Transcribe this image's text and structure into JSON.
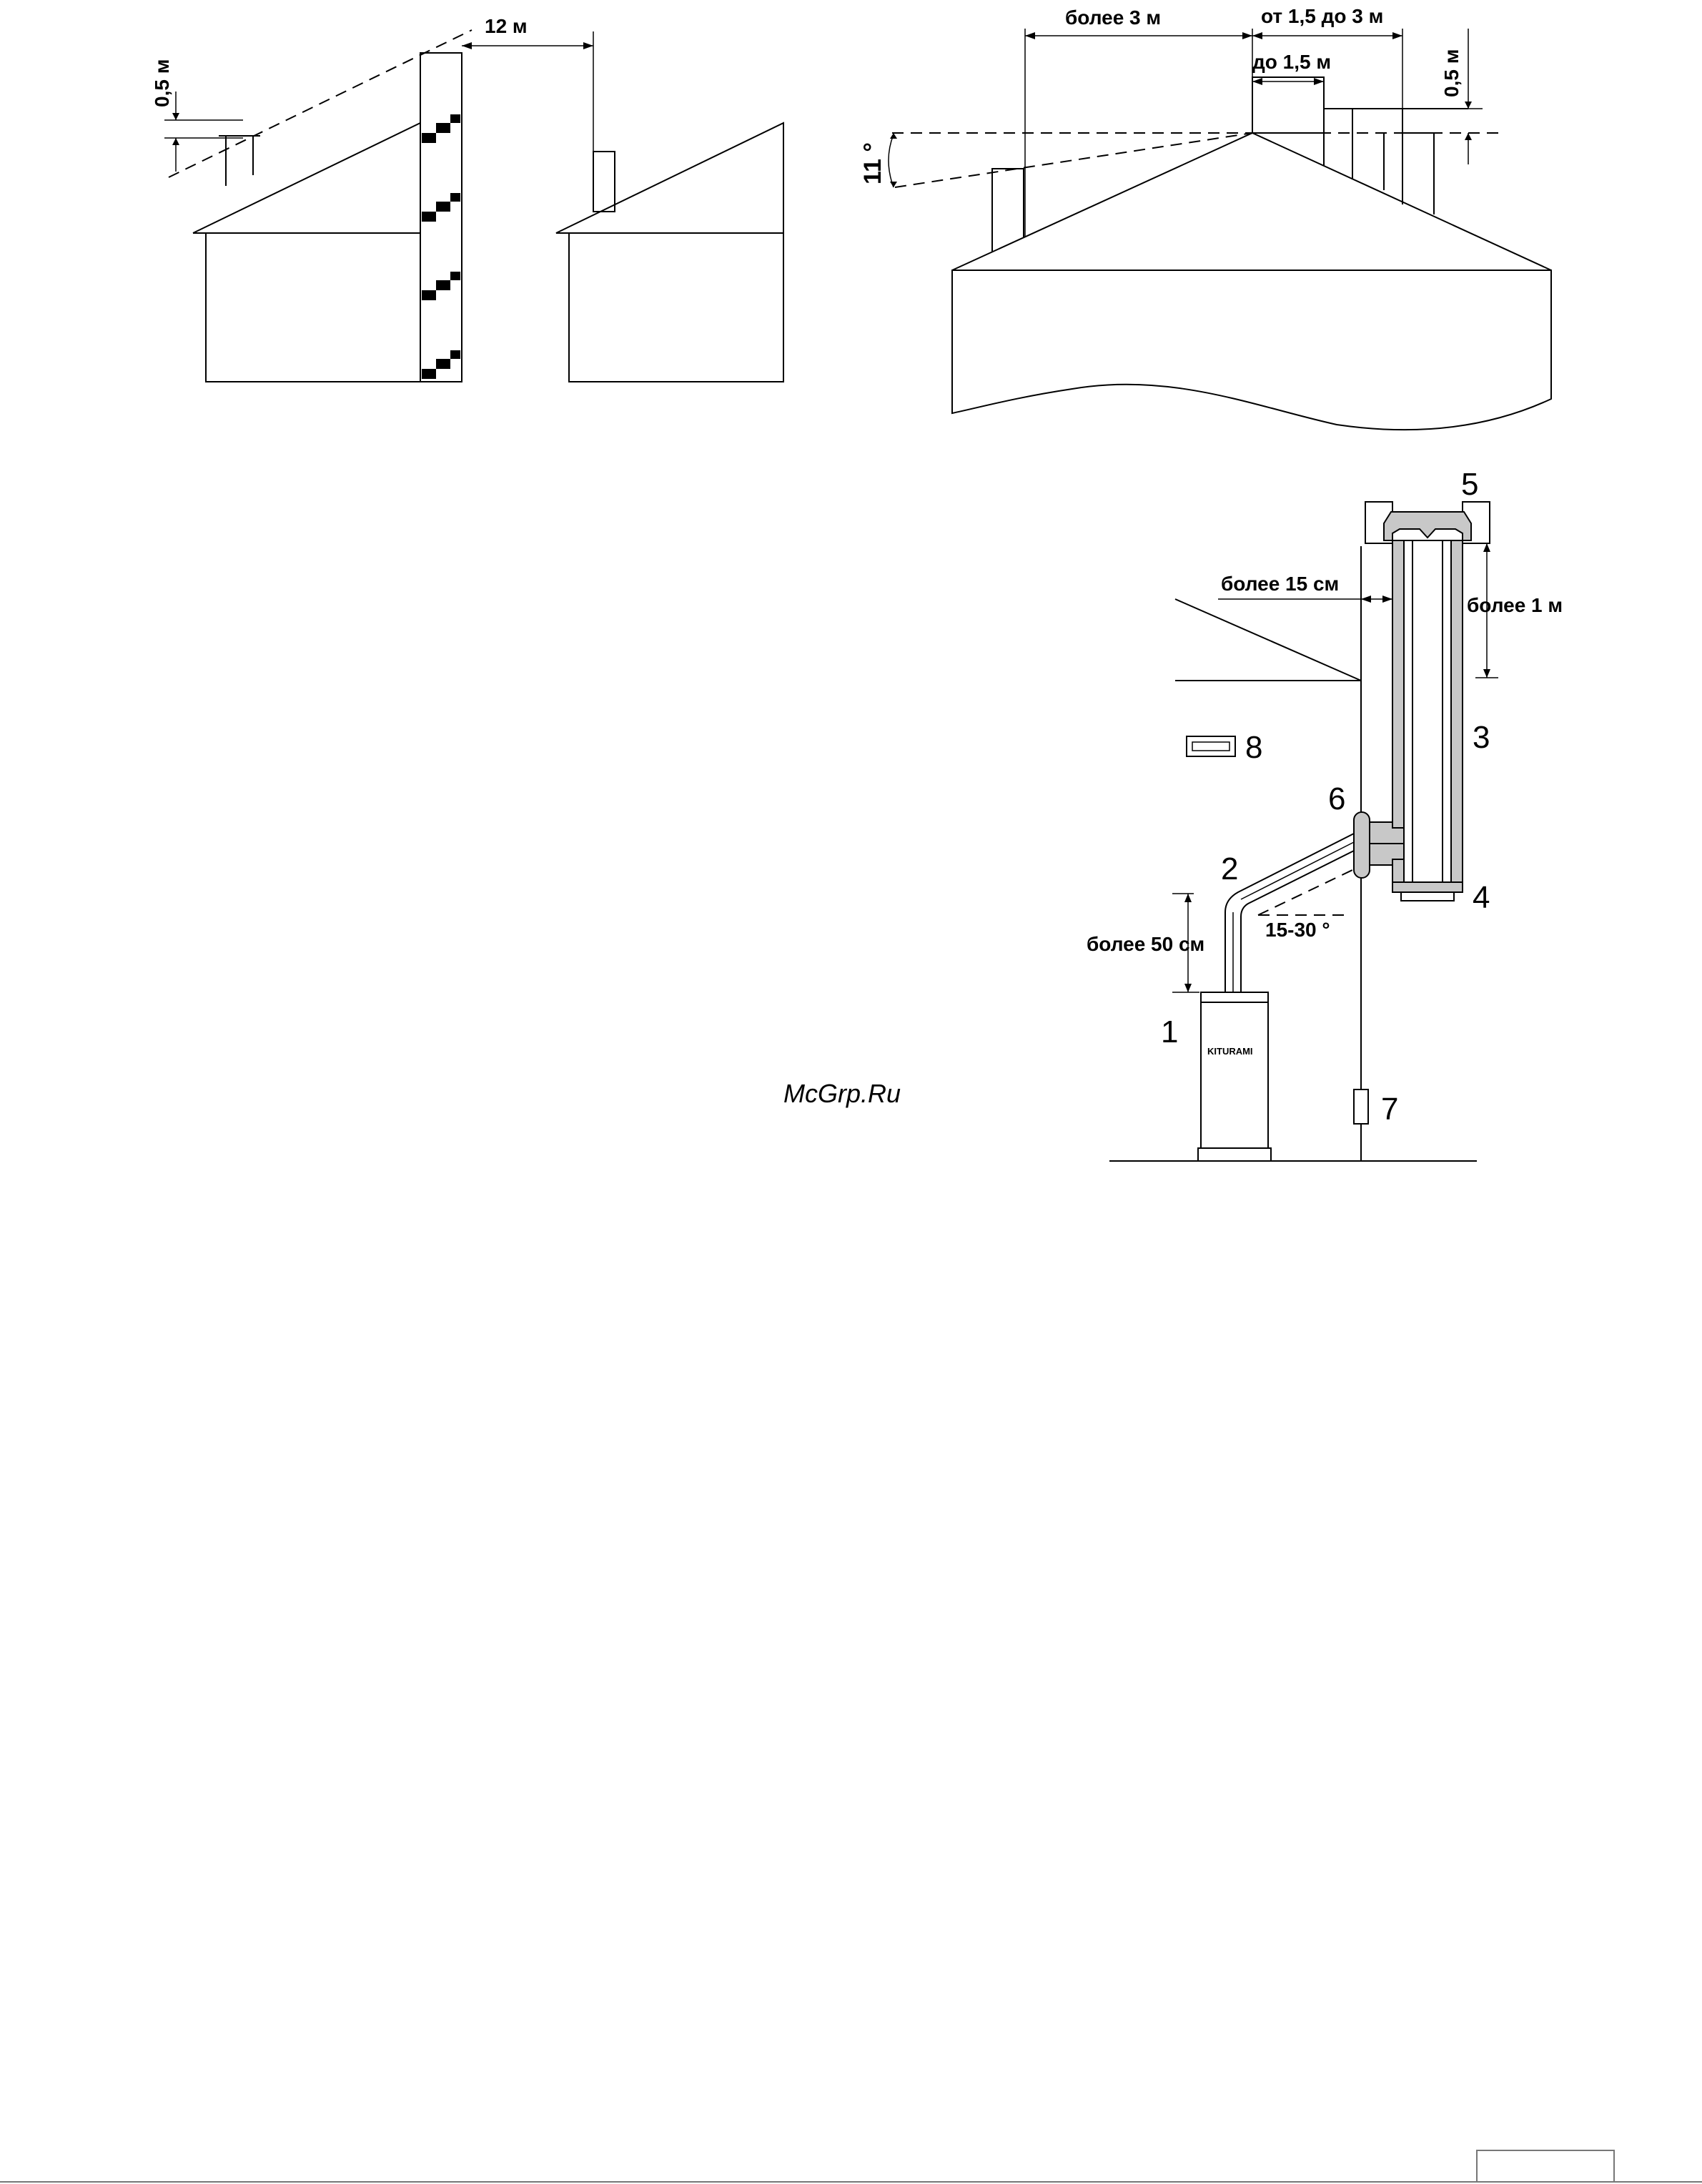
{
  "diagram1": {
    "dim_height": "0,5 м",
    "dim_distance": "12 м"
  },
  "diagram2": {
    "dim_more_3m": "более 3 м",
    "dim_15_3m": "от 1,5 до 3 м",
    "dim_upto_15m": "до 1,5 м",
    "dim_height": "0,5 м",
    "dim_angle": "11 °"
  },
  "diagram3": {
    "dim_wall_gap": "более 15 см",
    "dim_top": "более 1 м",
    "dim_vertical": "более 50 см",
    "dim_slope": "15-30 °",
    "boiler_brand": "KITURAMI",
    "callouts": [
      "1",
      "2",
      "3",
      "4",
      "5",
      "6",
      "7",
      "8"
    ]
  },
  "watermark": "McGrp.Ru"
}
